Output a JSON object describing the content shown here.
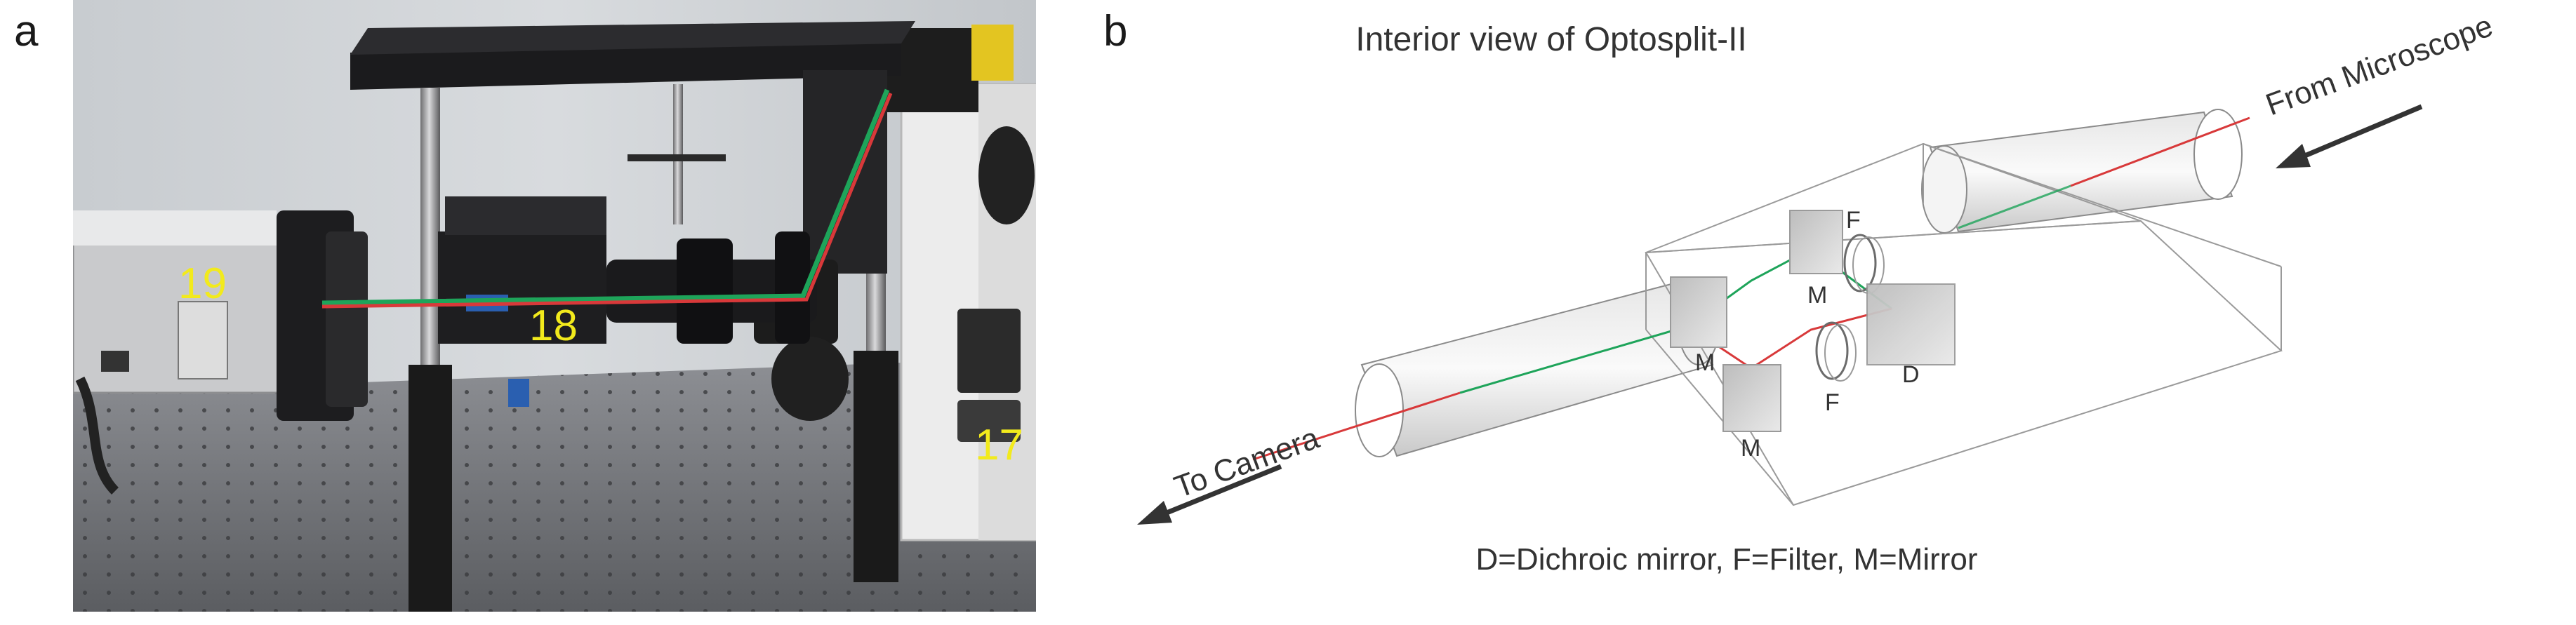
{
  "panel_a": {
    "letter": "a",
    "markers": [
      {
        "id": "camera",
        "text": "19"
      },
      {
        "id": "optosplit",
        "text": "18"
      },
      {
        "id": "microscope",
        "text": "17"
      }
    ]
  },
  "panel_b": {
    "letter": "b",
    "title": "Interior view of Optosplit-II",
    "input_label": "From Microscope",
    "output_label": "To Camera",
    "legend": "D=Dichroic mirror, F=Filter, M=Mirror",
    "components": [
      {
        "id": "mirror-top",
        "text": "M"
      },
      {
        "id": "filter-top",
        "text": "F"
      },
      {
        "id": "dichroic",
        "text": "D"
      },
      {
        "id": "filter-bottom",
        "text": "F"
      },
      {
        "id": "mirror-bottom",
        "text": "M"
      },
      {
        "id": "mirror-left",
        "text": "M"
      }
    ]
  },
  "colors": {
    "green_path": "#1ea45a",
    "red_path": "#d8393a",
    "marker_text": "#f2ea1c",
    "outline": "#8a8a8a",
    "arrow": "#333333"
  },
  "icons": [
    "camera-icon",
    "microscope-icon",
    "optical-table-icon",
    "mirror-icon",
    "filter-icon",
    "dichroic-icon"
  ]
}
